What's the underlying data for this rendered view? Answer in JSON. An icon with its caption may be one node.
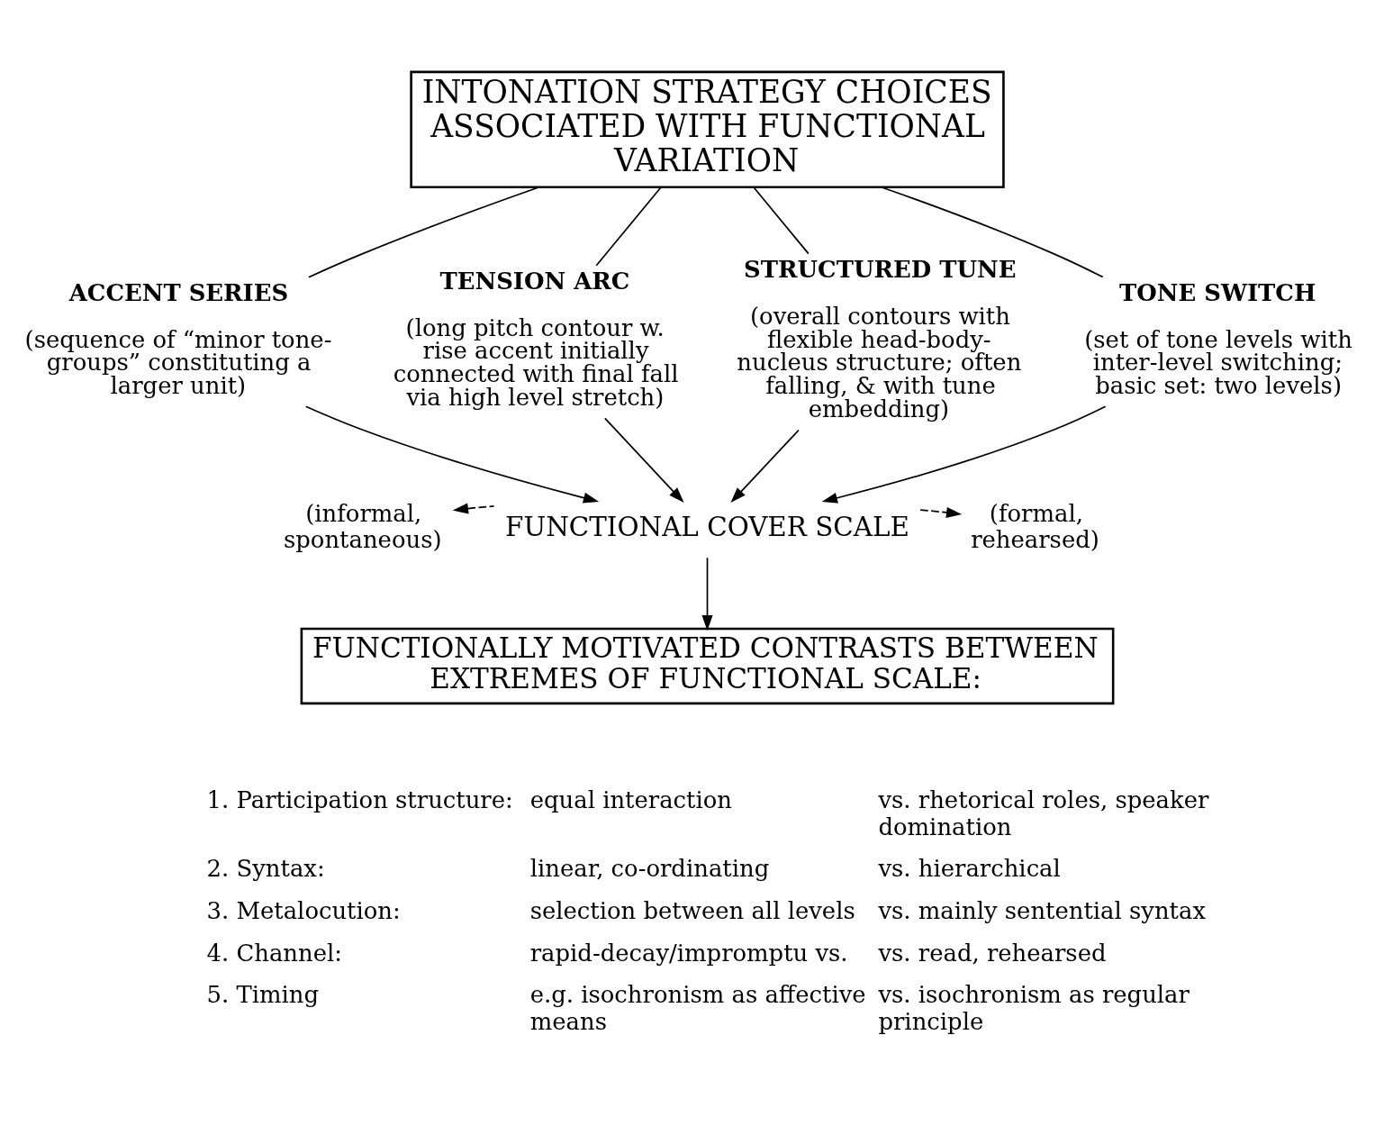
{
  "diagram": {
    "nodes": [
      {
        "text": [
          "INTONATION STRATEGY CHOICES ASSOCIATED WITH FUNCTIONAL VARIATION"
        ]
      },
      {
        "text": [
          "ACCENT SERIES",
          "(sequence of “minor tone-groups” constituting a larger unit)"
        ]
      },
      {
        "text": [
          "TENSION ARC",
          "(long pitch contour w. rise accent initially connected with final fall via high level stretch)"
        ]
      },
      {
        "text": [
          "STRUCTURED TUNE",
          "(overall contours with flexible head-body-nucleus structure; often falling, & with tune embedding)"
        ]
      },
      {
        "text": [
          "TONE SWITCH",
          "(set of tone levels with inter-level switching; basic set: two levels)"
        ]
      },
      {
        "text": [
          "FUNCTIONAL COVER SCALE"
        ]
      },
      {
        "text": [
          "(informal, spontaneous)"
        ]
      },
      {
        "text": [
          "(formal, rehearsed)"
        ]
      },
      {
        "text": [
          "FUNCTIONALLY MOTIVATED CONTRASTS BETWEEN EXTREMES OF FUNCTIONAL SCALE:"
        ]
      }
    ],
    "edges": [
      {
        "from": 0,
        "to": 1,
        "arrow": "none"
      },
      {
        "from": 0,
        "to": 2,
        "arrow": "none"
      },
      {
        "from": 0,
        "to": 3,
        "arrow": "none"
      },
      {
        "from": 0,
        "to": 4,
        "arrow": "none"
      },
      {
        "from": 1,
        "to": 5,
        "arrow": "to"
      },
      {
        "from": 2,
        "to": 5,
        "arrow": "to"
      },
      {
        "from": 3,
        "to": 5,
        "arrow": "to"
      },
      {
        "from": 4,
        "to": 5,
        "arrow": "to"
      },
      {
        "from": 5,
        "to": 6,
        "arrow": "to",
        "style": "dashed"
      },
      {
        "from": 5,
        "to": 7,
        "arrow": "to",
        "style": "dashed"
      },
      {
        "from": 5,
        "to": 8,
        "arrow": "to"
      }
    ],
    "labels": [
      "1. Participation structure:",
      "equal interaction",
      "vs. rhetorical roles, speaker domination",
      "2. Syntax:",
      "linear, co-ordinating",
      "vs. hierarchical",
      "3. Metalocution:",
      "selection between all levels",
      "vs. mainly sentential syntax",
      "4. Channel:",
      "rapid-decay/impromptu vs.",
      "vs. read, rehearsed",
      "5. Timing",
      "e.g. isochronism as affective means",
      "vs. isochronism as regular principle"
    ]
  }
}
